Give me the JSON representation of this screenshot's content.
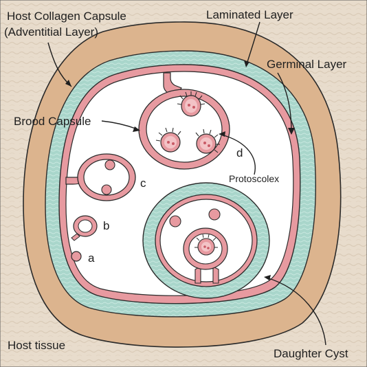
{
  "labels": {
    "host_capsule_line1": "Host Collagen Capsule",
    "host_capsule_line2": "(Adventitial Layer)",
    "laminated_layer": "Laminated Layer",
    "germinal_layer": "Germinal Layer",
    "brood_capsule": "Brood Capsule",
    "protoscolex": "Protoscolex",
    "host_tissue": "Host tissue",
    "daughter_cyst": "Daughter Cyst",
    "stage_a": "a",
    "stage_b": "b",
    "stage_c": "c",
    "stage_d": "d"
  },
  "colors": {
    "host_tissue": "#e8dccc",
    "adventitial": "#dcb48e",
    "laminated": "#a9d6cb",
    "germinal": "#e79aa0",
    "germinal_fill": "#f3c3c6",
    "cyst_fluid": "#ffffff",
    "outline": "#2a2a2a"
  }
}
